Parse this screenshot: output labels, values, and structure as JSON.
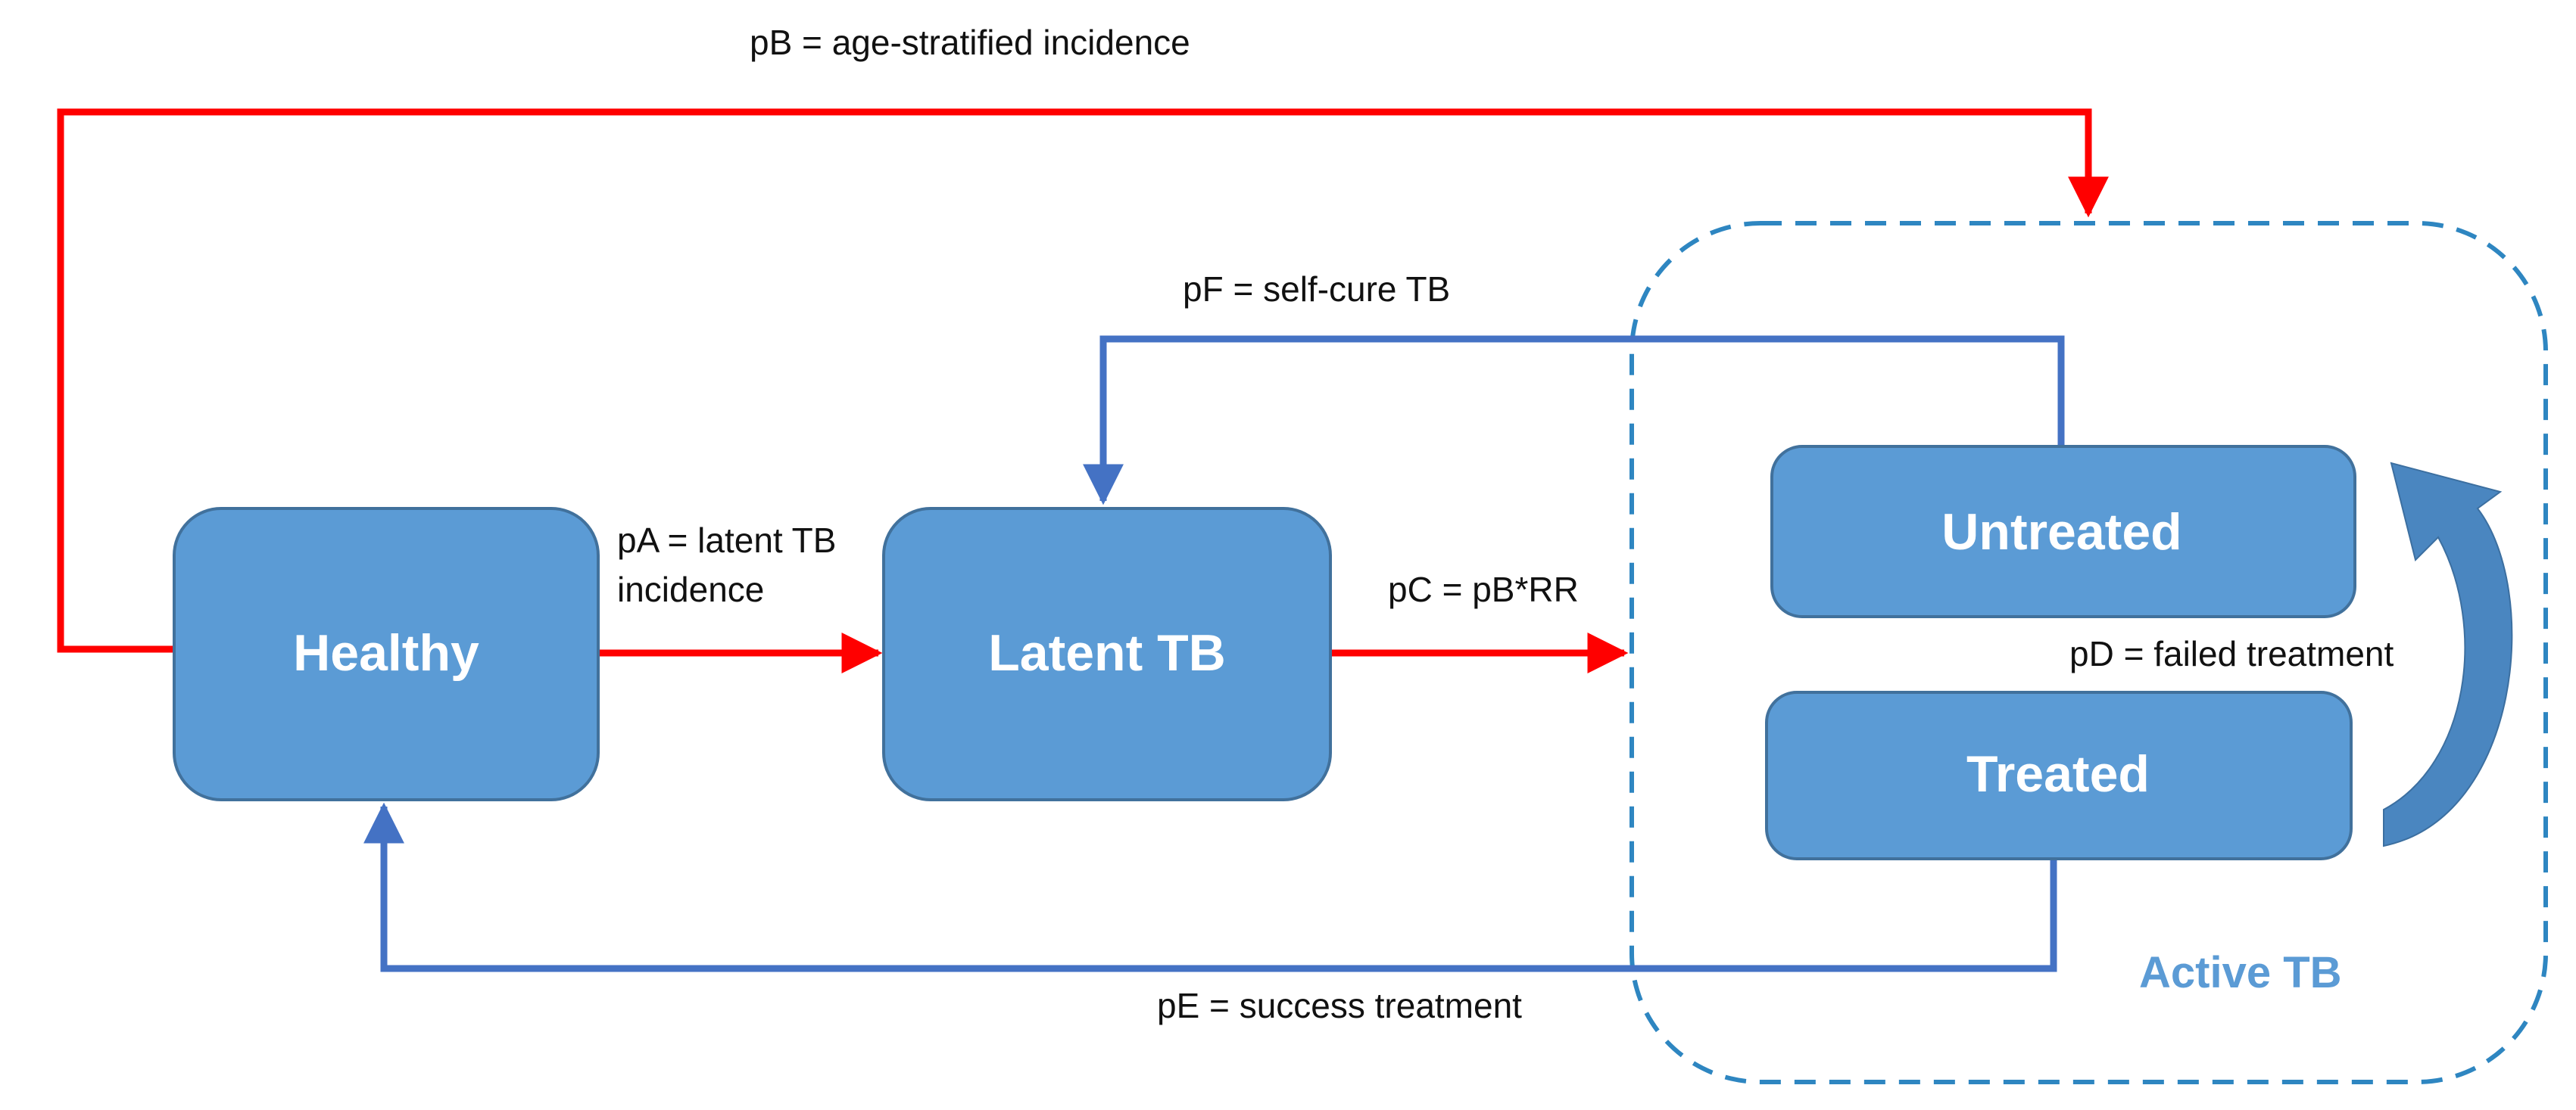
{
  "colors": {
    "node_fill": "#5b9bd5",
    "node_stroke": "#41719c",
    "node_text": "#ffffff",
    "infection_arrow": "#ff0000",
    "recovery_arrow": "#4472c4",
    "group_border": "#2e86c1",
    "group_label": "#5b9bd5",
    "curved_arrow": "#4a86c0",
    "label_text": "#111111"
  },
  "nodes": {
    "healthy": "Healthy",
    "latent": "Latent TB",
    "untreated": "Untreated",
    "treated": "Treated"
  },
  "group": {
    "label": "Active TB"
  },
  "edges": {
    "pA_line1": "pA = latent TB",
    "pA_line2": "incidence",
    "pB": "pB = age-stratified incidence",
    "pC": "pC = pB*RR",
    "pD": "pD = failed treatment",
    "pE": "pE = success treatment",
    "pF": "pF = self-cure TB"
  }
}
